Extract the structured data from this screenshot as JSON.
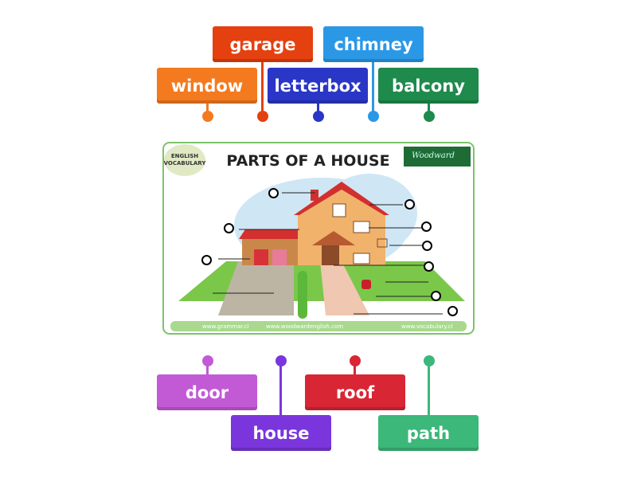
{
  "tiles_top": [
    {
      "label": "garage",
      "color": "#e5400f"
    },
    {
      "label": "chimney",
      "color": "#2b98e6"
    },
    {
      "label": "window",
      "color": "#f47a1f"
    },
    {
      "label": "letterbox",
      "color": "#2a36c6"
    },
    {
      "label": "balcony",
      "color": "#1e8a4c"
    }
  ],
  "tiles_bottom": [
    {
      "label": "door",
      "color": "#c25ad6"
    },
    {
      "label": "house",
      "color": "#7a36dc"
    },
    {
      "label": "roof",
      "color": "#d82634"
    },
    {
      "label": "path",
      "color": "#3bb87a"
    }
  ],
  "image": {
    "badge": "ENGLISH VOCABULARY",
    "title": "PARTS OF A HOUSE",
    "logo": "Woodward",
    "footer": [
      "www.grammar.cl",
      "www.woodwardenglish.com",
      "www.vocabulary.cl"
    ]
  }
}
